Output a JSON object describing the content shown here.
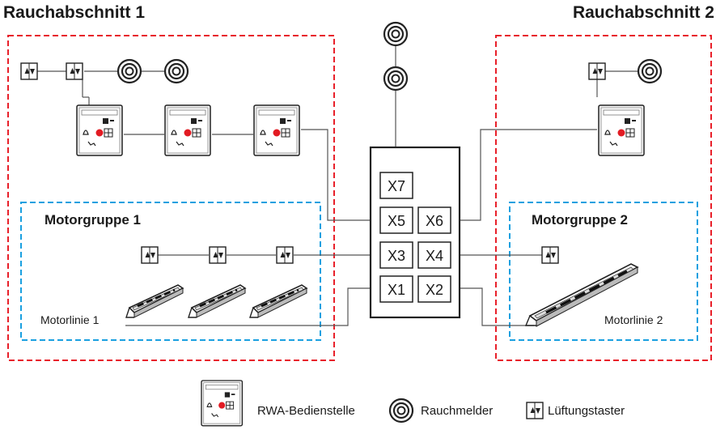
{
  "titles": {
    "section_1": "Rauchabschnitt 1",
    "section_2": "Rauchabschnitt 2"
  },
  "groups": {
    "motor_group_1": "Motorgruppe 1",
    "motor_group_2": "Motorgruppe 2"
  },
  "motor_lines": {
    "line_1": "Motorlinie 1",
    "line_2": "Motorlinie 2"
  },
  "terminals": [
    "X7",
    "X5",
    "X6",
    "X3",
    "X4",
    "X1",
    "X2"
  ],
  "legend": {
    "control_station": "RWA-Bedienstelle",
    "smoke_detector": "Rauchmelder",
    "vent_button": "Lüftungstaster"
  },
  "colors": {
    "smoke_section_border": "#e8202a",
    "motor_group_border": "#1aa0e0",
    "lines": "#555555"
  },
  "icons": [
    "rwa-control-station-icon",
    "smoke-detector-icon",
    "vent-button-icon",
    "window-motor-icon"
  ]
}
